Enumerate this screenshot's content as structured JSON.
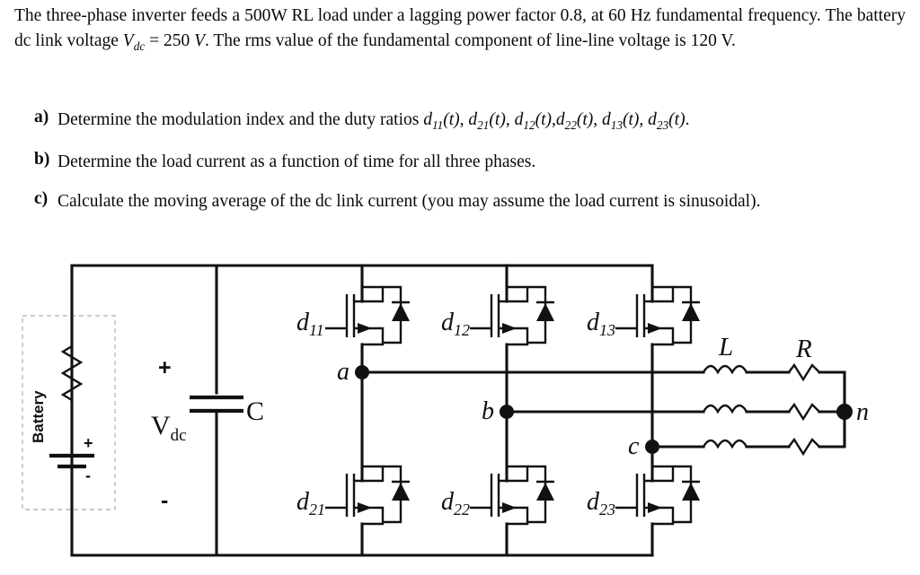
{
  "statement": {
    "text": "The three-phase inverter feeds a 500W RL load under a lagging power factor 0.8, at 60 Hz fundamental frequency. The battery dc link voltage V_dc = 250 V. The rms value of the fundamental component of line-line voltage is 120 V.",
    "part1": "The three-phase inverter feeds a 500W RL load under a lagging power factor 0.8, at 60 Hz fundamental frequency. The battery dc link voltage ",
    "v_symbol": "V",
    "v_sub": "dc",
    "part2": " = 250 ",
    "v_unit": "V",
    "part3": ". The rms value of the fundamental component of line-line voltage is 120 V."
  },
  "questions": [
    {
      "label": "a)",
      "text_before": "Determine the modulation index and the duty ratios ",
      "duty_ratios": [
        "d11(t)",
        "d21(t)",
        "d12(t)",
        "d22(t)",
        "d13(t)",
        "d23(t)"
      ],
      "text_after": "."
    },
    {
      "label": "b)",
      "text_before": "Determine the load current as a function of time for all three phases.",
      "duty_ratios": [],
      "text_after": ""
    },
    {
      "label": "c)",
      "text_before": "Calculate the moving average of the dc link current (you may assume the load current is sinusoidal).",
      "duty_ratios": [],
      "text_after": ""
    }
  ],
  "circuit": {
    "battery_label": "Battery",
    "battery_plus": "+",
    "battery_minus": "-",
    "dc_plus": "+",
    "dc_minus": "-",
    "vdc_label": "V",
    "vdc_sub": "dc",
    "cap_label": "C",
    "switch_labels": {
      "top": [
        "d",
        "d",
        "d"
      ],
      "top_subs": [
        "11",
        "12",
        "13"
      ],
      "bottom": [
        "d",
        "d",
        "d"
      ],
      "bottom_subs": [
        "21",
        "22",
        "23"
      ]
    },
    "nodes": [
      "a",
      "b",
      "c",
      "n"
    ],
    "load_inductor_label": "L",
    "load_resistor_label": "R"
  },
  "colors": {
    "ink": "#111111",
    "background": "#ffffff",
    "dashed_box": "#b8b8b8"
  }
}
